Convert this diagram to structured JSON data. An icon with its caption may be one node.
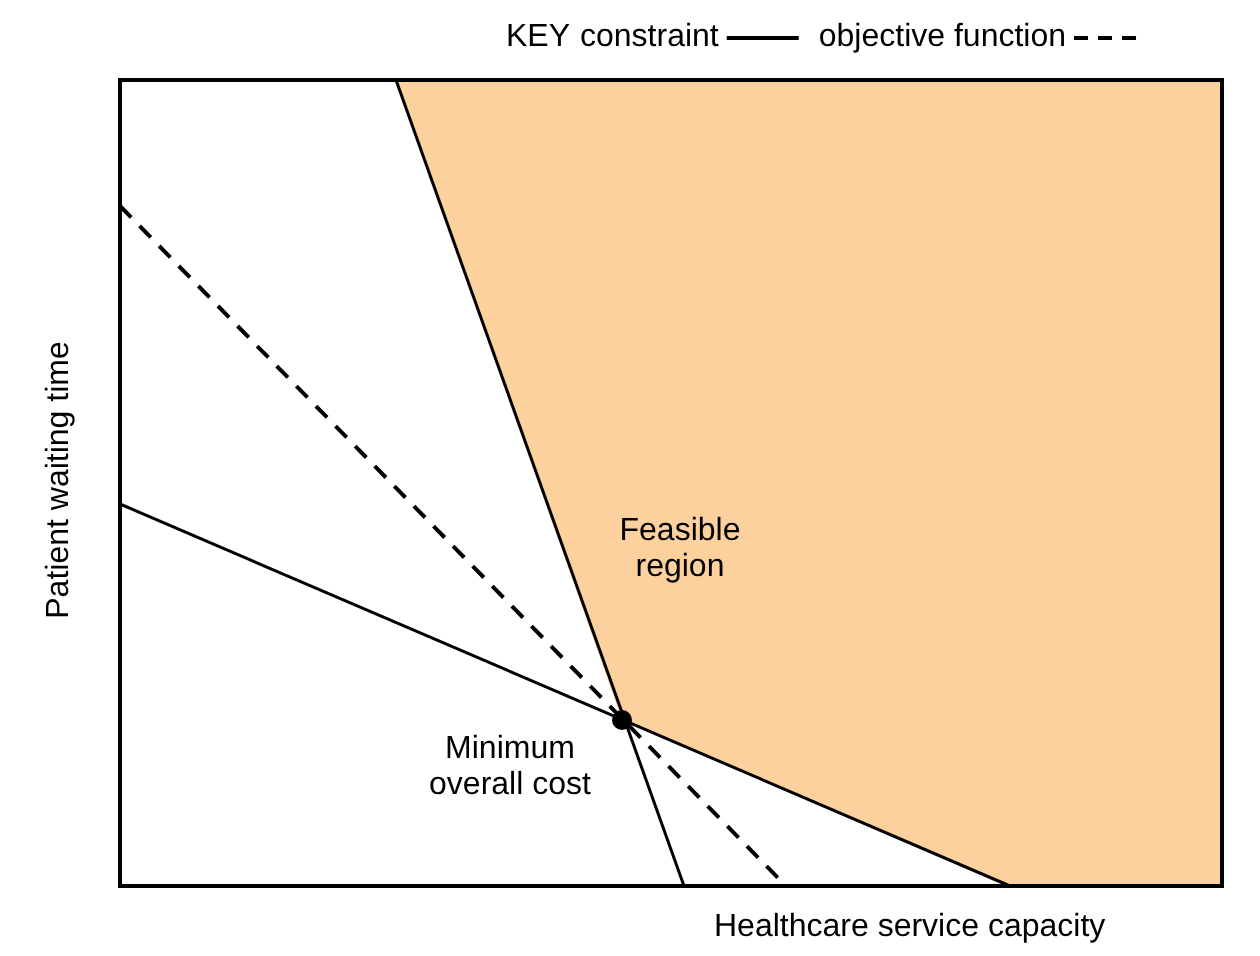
{
  "diagram": {
    "labels": [
      "KEY",
      "Patient waiting time",
      "Feasible region",
      "Minimum overall cost",
      "Healthcare service capacity"
    ],
    "legend": [
      {
        "text": "constraint"
      },
      {
        "text": "objective function"
      }
    ]
  }
}
